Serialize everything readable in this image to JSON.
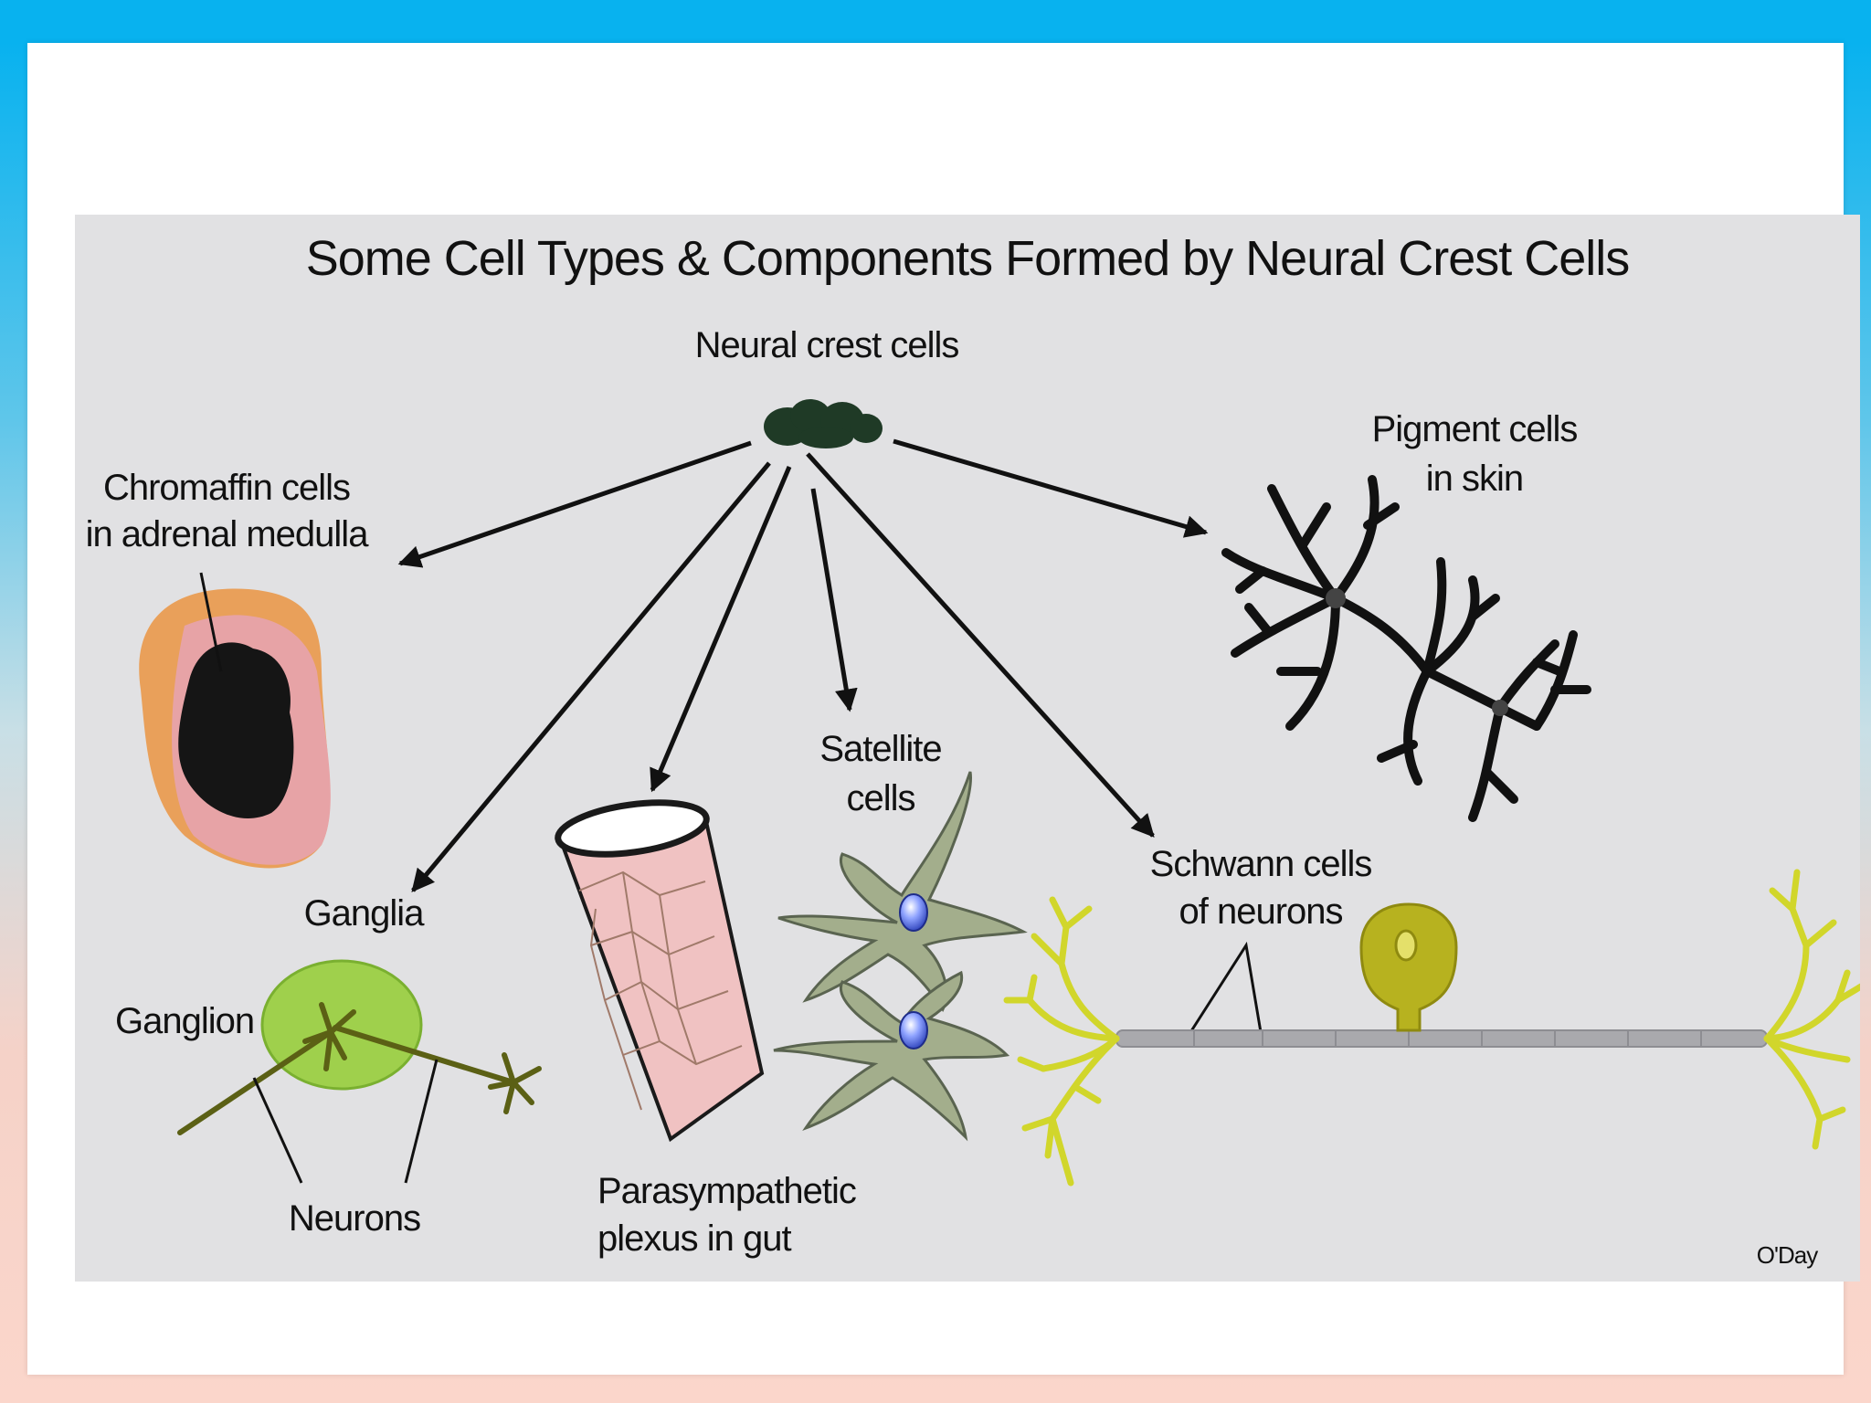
{
  "figure": {
    "title": "Some Cell Types & Components Formed by Neural Crest Cells",
    "source": "Neural crest cells",
    "labels": {
      "chromaffin_line1": "Chromaffin cells",
      "chromaffin_line2": "in adrenal medulla",
      "pigment_line1": "Pigment cells",
      "pigment_line2": "in skin",
      "ganglia": "Ganglia",
      "ganglion": "Ganglion",
      "neurons": "Neurons",
      "parasympathetic_line1": "Parasympathetic",
      "parasympathetic_line2": "plexus in gut",
      "satellite_line1": "Satellite",
      "satellite_line2": "cells",
      "schwann_line1": "Schwann cells",
      "schwann_line2": "of neurons",
      "credit": "O'Day"
    },
    "colors": {
      "background": "#e1e1e3",
      "crest_cells": "#1f3a26",
      "adrenal_cortex": "#e9a05a",
      "adrenal_medulla": "#e7a3a6",
      "ganglion": "#9fd04c",
      "gut": "#f0c2c2",
      "satellite": "#a3ae8c",
      "nucleus": "#4a63d8",
      "neuron_yellow": "#d1d62b",
      "soma": "#b7b21f",
      "axon": "#a9a9ad"
    }
  }
}
